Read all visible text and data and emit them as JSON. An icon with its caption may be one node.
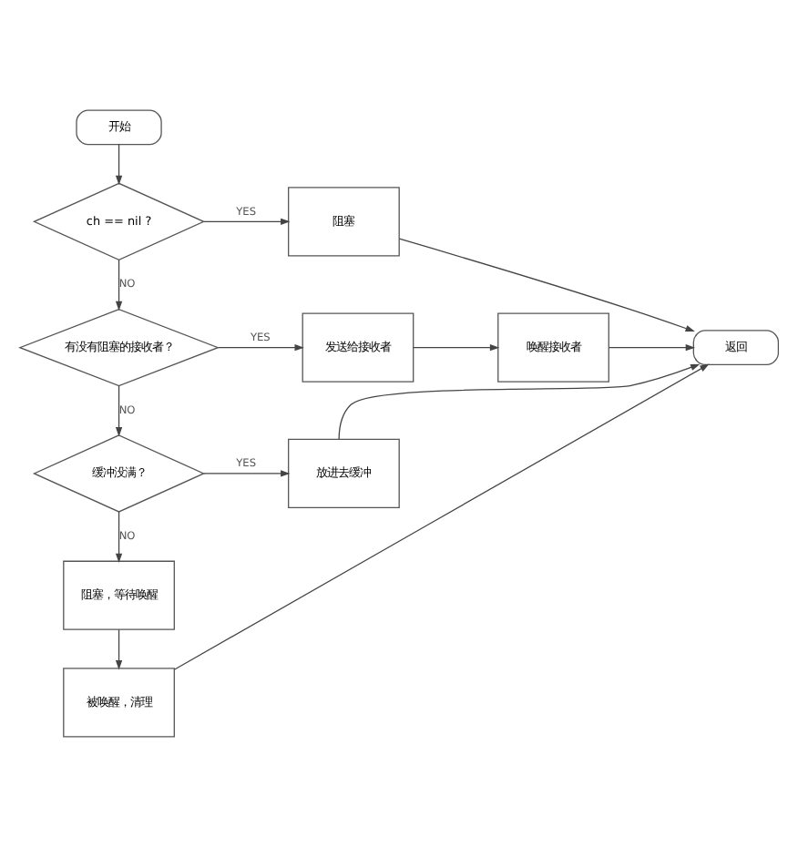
{
  "diagram": {
    "nodes": [
      {
        "text": [
          "开始"
        ]
      },
      {
        "text": [
          "ch == nil ?"
        ]
      },
      {
        "text": [
          "阻塞"
        ]
      },
      {
        "text": [
          "有没有阻塞的接收者？"
        ]
      },
      {
        "text": [
          "发送给接收者"
        ]
      },
      {
        "text": [
          "唤醒接收者"
        ]
      },
      {
        "text": [
          "返回"
        ]
      },
      {
        "text": [
          "缓冲没满？"
        ]
      },
      {
        "text": [
          "放进去缓冲"
        ]
      },
      {
        "text": [
          "阻塞，等待唤醒"
        ]
      },
      {
        "text": [
          "被唤醒，清理"
        ]
      }
    ],
    "edges": [
      {
        "from": 0,
        "to": 1,
        "arrow": "to"
      },
      {
        "from": 1,
        "to": 2,
        "arrow": "to",
        "label": "YES"
      },
      {
        "from": 2,
        "to": 6,
        "arrow": "to"
      },
      {
        "from": 1,
        "to": 3,
        "arrow": "to",
        "label": "NO"
      },
      {
        "from": 3,
        "to": 4,
        "arrow": "to",
        "label": "YES"
      },
      {
        "from": 4,
        "to": 5,
        "arrow": "to"
      },
      {
        "from": 5,
        "to": 6,
        "arrow": "to"
      },
      {
        "from": 3,
        "to": 7,
        "arrow": "to",
        "label": "NO"
      },
      {
        "from": 7,
        "to": 8,
        "arrow": "to",
        "label": "YES"
      },
      {
        "from": 8,
        "to": 6,
        "arrow": "to"
      },
      {
        "from": 7,
        "to": 9,
        "arrow": "to",
        "label": "NO"
      },
      {
        "from": 9,
        "to": 10,
        "arrow": "to"
      },
      {
        "from": 10,
        "to": 6,
        "arrow": "to"
      }
    ]
  }
}
